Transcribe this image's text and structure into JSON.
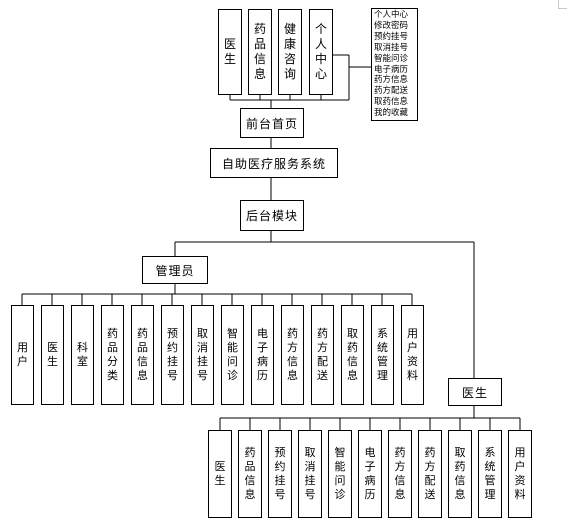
{
  "top_modules": [
    "医生",
    "药品信息",
    "健康咨询",
    "个人中心"
  ],
  "personal_center_items": [
    "个人中心",
    "修改密码",
    "预约挂号",
    "取消挂号",
    "智能问诊",
    "电子病历",
    "药方信息",
    "药方配送",
    "取药信息",
    "我的收藏"
  ],
  "front_home": "前台首页",
  "system": "自助医疗服务系统",
  "backend": "后台模块",
  "admin": "管理员",
  "admin_modules": [
    "用户",
    "医生",
    "科室",
    "药品分类",
    "药品信息",
    "预约挂号",
    "取消挂号",
    "智能问诊",
    "电子病历",
    "药方信息",
    "药方配送",
    "取药信息",
    "系统管理",
    "用户资料"
  ],
  "doctor": "医生",
  "doctor_modules": [
    "医生",
    "药品信息",
    "预约挂号",
    "取消挂号",
    "智能问诊",
    "电子病历",
    "药方信息",
    "药方配送",
    "取药信息",
    "系统管理",
    "用户资料"
  ]
}
